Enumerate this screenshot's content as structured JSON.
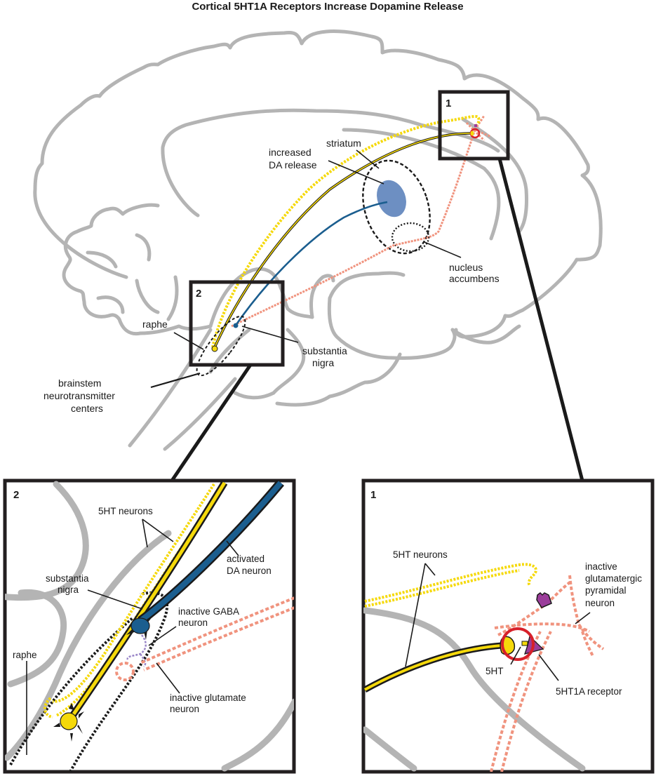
{
  "title": "Cortical 5HT1A Receptors Increase Dopamine Release",
  "colors": {
    "serotonin": "#f5d90a",
    "dopamine": "#1b5e8f",
    "dopamine_release": "#6d8fc2",
    "glutamate": "#f0937e",
    "gaba": "#9a86c8",
    "receptor": "#9b3d9a",
    "highlight_ring": "#d7202a",
    "brain_outline": "#b4b4b4",
    "ink": "#1a1a1a"
  },
  "overview": {
    "labels": {
      "striatum": "striatum",
      "increased_da_1": "increased",
      "increased_da_2": "DA release",
      "nucleus_accumbens_1": "nucleus",
      "nucleus_accumbens_2": "accumbens",
      "raphe": "raphe",
      "substantia_nigra_1": "substantia",
      "substantia_nigra_2": "nigra",
      "brainstem_1": "brainstem",
      "brainstem_2": "neurotransmitter",
      "brainstem_3": "centers"
    },
    "box1_number": "1",
    "box2_number": "2"
  },
  "inset2": {
    "number": "2",
    "labels": {
      "5ht_neurons": "5HT neurons",
      "activated_da_1": "activated",
      "activated_da_2": "DA neuron",
      "substantia_nigra_1": "substantia",
      "substantia_nigra_2": "nigra",
      "inactive_gaba_1": "inactive GABA",
      "inactive_gaba_2": "neuron",
      "raphe": "raphe",
      "inactive_glutamate_1": "inactive glutamate",
      "inactive_glutamate_2": "neuron"
    }
  },
  "inset1": {
    "number": "1",
    "labels": {
      "5ht_neurons": "5HT neurons",
      "inactive_glut_1": "inactive",
      "inactive_glut_2": "glutamatergic",
      "inactive_glut_3": "pyramidal",
      "inactive_glut_4": "neuron",
      "5ht": "5HT",
      "5ht1a_receptor": "5HT1A receptor"
    }
  }
}
